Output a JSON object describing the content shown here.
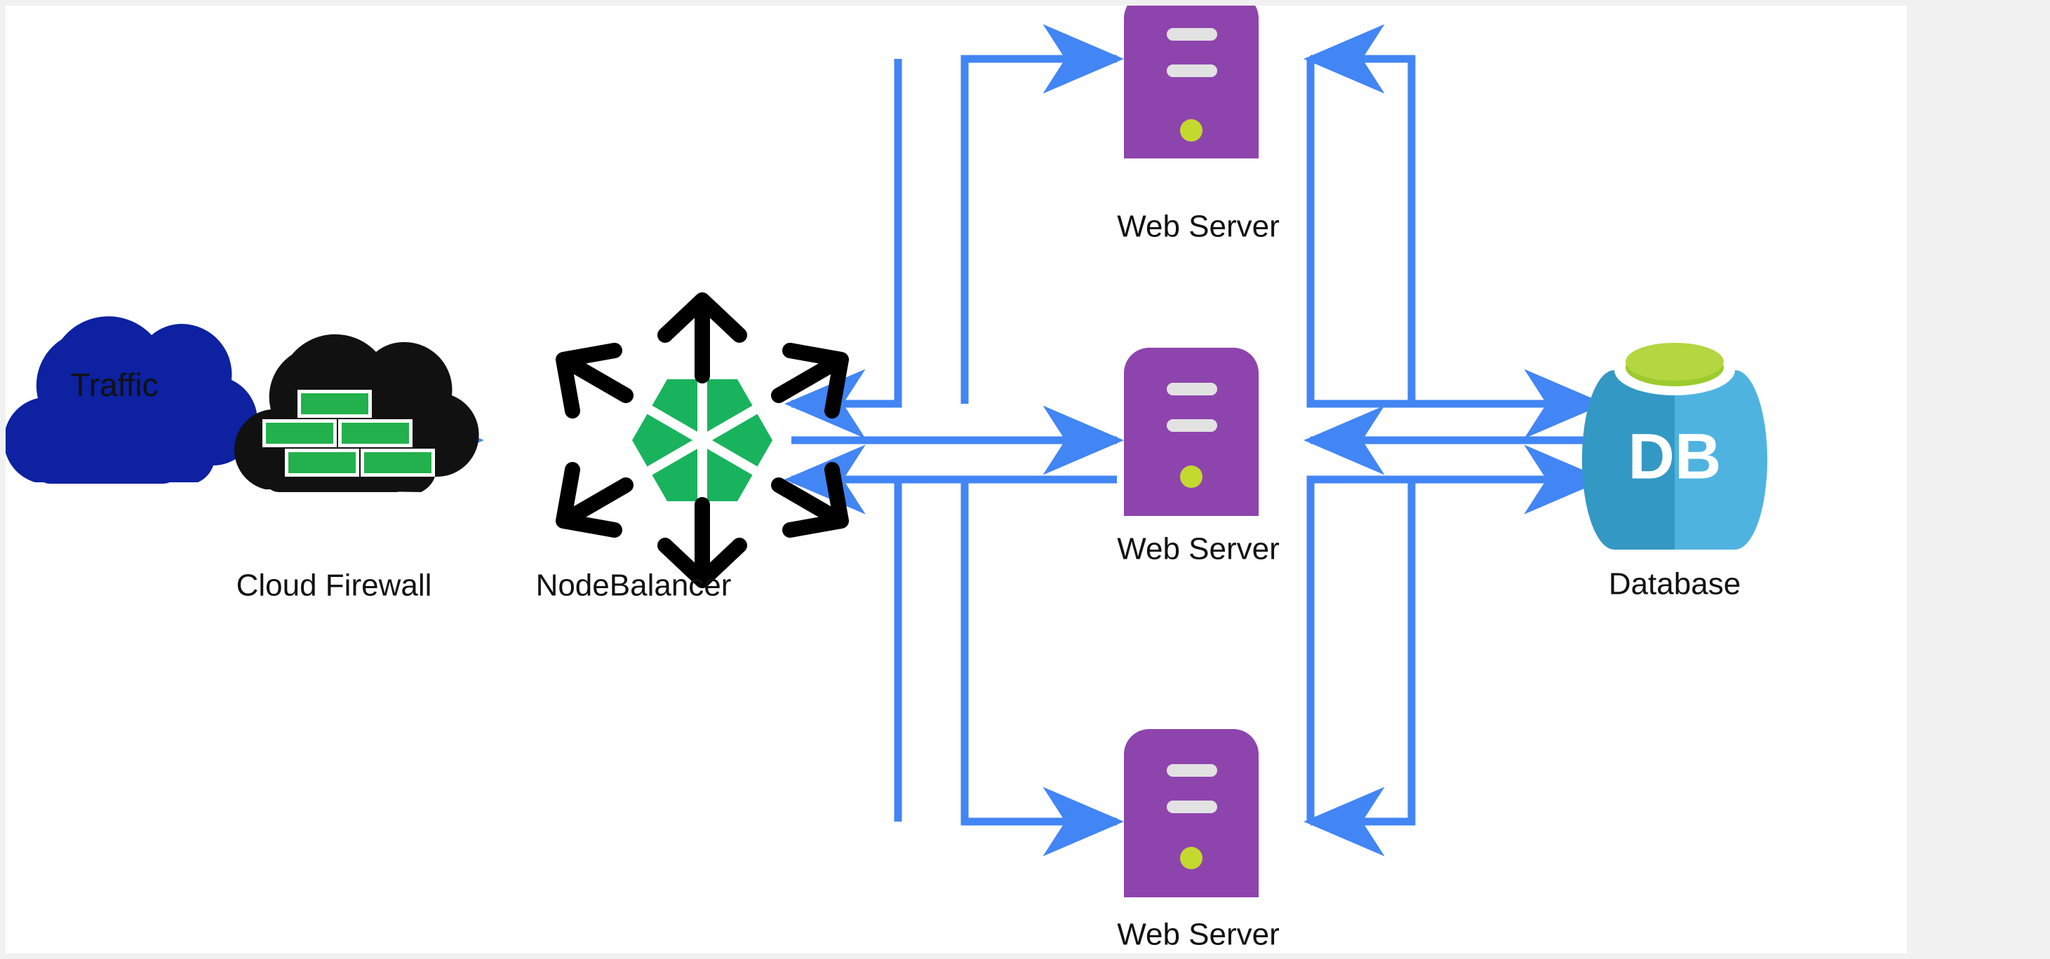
{
  "canvas": {
    "background": "#ffffff",
    "page_background": "#f1f1f1"
  },
  "colors": {
    "arrow_blue": "#4285f4",
    "traffic_cloud_blue": "#0d21a1",
    "firewall_cloud_black": "#111111",
    "firewall_brick_green": "#22b14c",
    "nodebalancer_green": "#19b35e",
    "nodebalancer_arrow_black": "#000000",
    "webserver_purple": "#8e44ad",
    "webserver_bar_gray": "#e2e2e2",
    "webserver_led_green": "#c4d92e",
    "database_blue_dark": "#3498c4",
    "database_blue_light": "#4fb3e0",
    "database_top_green": "#9ccb2d",
    "label_text": "#111111"
  },
  "nodes": {
    "traffic": {
      "label": "Traffic",
      "icon": "cloud-icon"
    },
    "cloud_firewall": {
      "label": "Cloud Firewall",
      "icon": "firewall-cloud-icon"
    },
    "nodebalancer": {
      "label": "NodeBalancer",
      "icon": "nodebalancer-hexagon-icon"
    },
    "web_servers": [
      {
        "label": "Web Server",
        "icon": "server-tower-icon",
        "position": "top"
      },
      {
        "label": "Web Server",
        "icon": "server-tower-icon",
        "position": "middle"
      },
      {
        "label": "Web Server",
        "icon": "server-tower-icon",
        "position": "bottom"
      }
    ],
    "database": {
      "label": "Database",
      "badge": "DB",
      "icon": "database-cylinder-icon"
    }
  },
  "connections": [
    {
      "from": "traffic",
      "to": "cloud_firewall",
      "style": "dash",
      "arrowhead": false
    },
    {
      "from": "cloud_firewall",
      "to": "nodebalancer",
      "style": "straight",
      "arrowhead": true,
      "direction": "right"
    },
    {
      "from": "nodebalancer",
      "to": "web_server_top",
      "style": "elbow",
      "arrowhead": true,
      "direction": "right"
    },
    {
      "from": "nodebalancer",
      "to": "web_server_middle",
      "style": "straight",
      "arrowhead": true,
      "direction": "right"
    },
    {
      "from": "nodebalancer",
      "to": "web_server_bottom",
      "style": "elbow",
      "arrowhead": true,
      "direction": "right"
    },
    {
      "from": "web_server_top",
      "to": "nodebalancer",
      "style": "elbow",
      "arrowhead": true,
      "direction": "left"
    },
    {
      "from": "web_server_middle",
      "to": "nodebalancer",
      "style": "straight",
      "arrowhead": true,
      "direction": "left"
    },
    {
      "from": "web_server_bottom",
      "to": "nodebalancer",
      "style": "elbow",
      "arrowhead": true,
      "direction": "left"
    },
    {
      "from": "database",
      "to": "web_server_top",
      "style": "elbow",
      "arrowhead": true,
      "direction": "left"
    },
    {
      "from": "database",
      "to": "web_server_middle",
      "style": "straight",
      "arrowhead": true,
      "direction": "left"
    },
    {
      "from": "database",
      "to": "web_server_bottom",
      "style": "elbow",
      "arrowhead": true,
      "direction": "left"
    },
    {
      "from": "web_server_top",
      "to": "database",
      "style": "elbow",
      "arrowhead": true,
      "direction": "right"
    },
    {
      "from": "web_server_middle",
      "to": "database",
      "style": "straight",
      "arrowhead": true,
      "direction": "right"
    },
    {
      "from": "web_server_bottom",
      "to": "database",
      "style": "elbow",
      "arrowhead": true,
      "direction": "right"
    }
  ]
}
